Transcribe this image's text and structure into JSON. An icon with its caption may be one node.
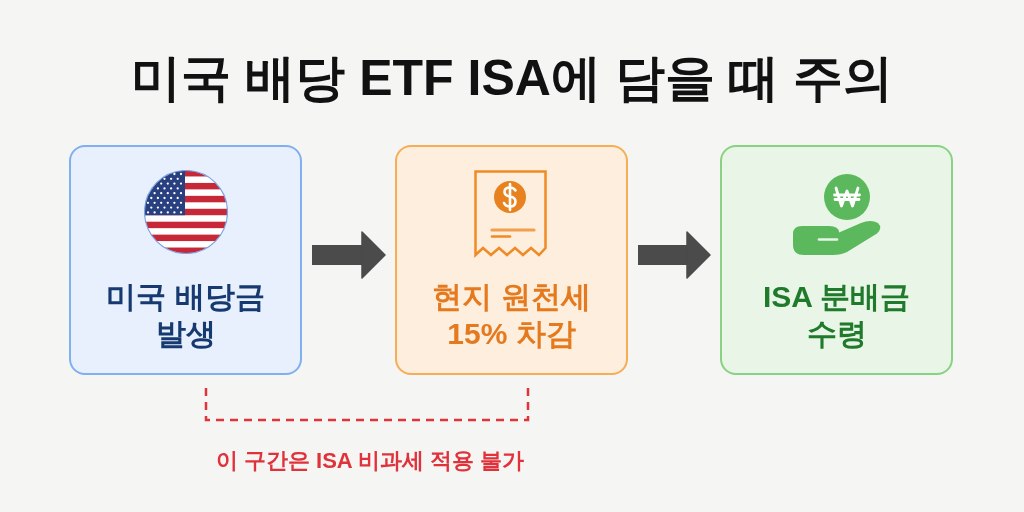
{
  "diagram": {
    "title": "미국 배당 ETF ISA에 담을 때 주의",
    "nodes": [
      {
        "text": [
          "미국 배당금 발생"
        ]
      },
      {
        "text": [
          "현지 원천세 15% 차감"
        ]
      },
      {
        "text": [
          "ISA 분배금 수령"
        ]
      }
    ],
    "edges": [
      {
        "from": 0,
        "to": 1,
        "arrow": "to"
      },
      {
        "from": 1,
        "to": 2,
        "arrow": "to"
      }
    ],
    "labels": [
      "이 구간은 ISA 비과세 적용 불가"
    ]
  }
}
